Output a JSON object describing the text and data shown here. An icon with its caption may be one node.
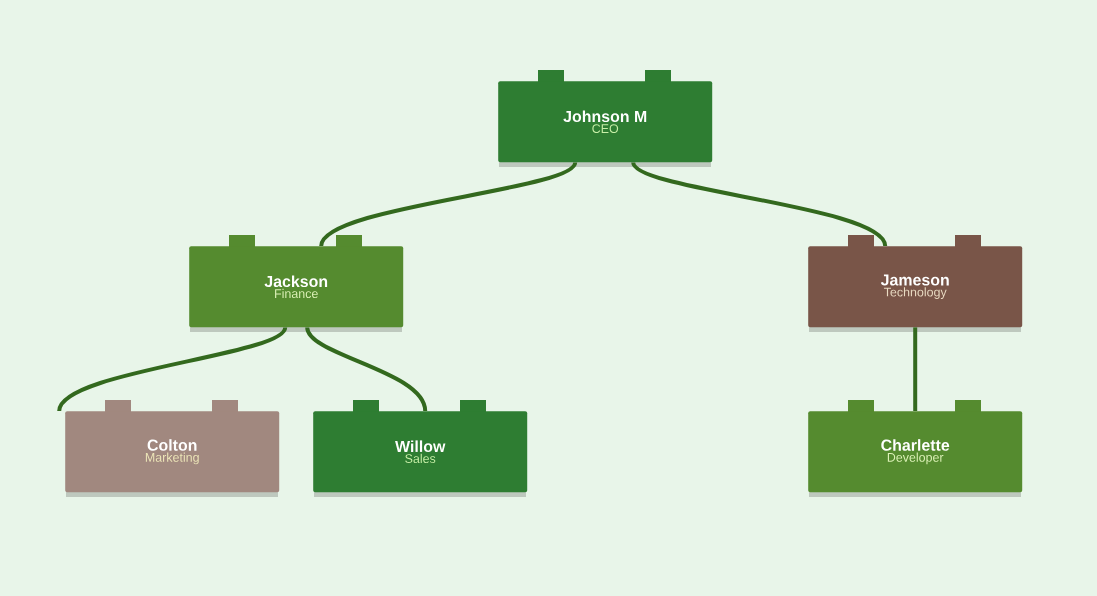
{
  "diagram": {
    "nodes": [
      {
        "text": [
          "Johnson M",
          "CEO"
        ]
      },
      {
        "text": [
          "Jackson",
          "Finance"
        ]
      },
      {
        "text": [
          "Jameson",
          "Technology"
        ]
      },
      {
        "text": [
          "Colton",
          "Marketing"
        ]
      },
      {
        "text": [
          "Willow",
          "Sales"
        ]
      },
      {
        "text": [
          "Charlette",
          "Developer"
        ]
      }
    ],
    "edges": [
      {
        "from": 0,
        "to": 1,
        "arrow": "none"
      },
      {
        "from": 0,
        "to": 2,
        "arrow": "none"
      },
      {
        "from": 1,
        "to": 3,
        "arrow": "none"
      },
      {
        "from": 1,
        "to": 4,
        "arrow": "none"
      },
      {
        "from": 2,
        "to": 5,
        "arrow": "none"
      }
    ]
  }
}
